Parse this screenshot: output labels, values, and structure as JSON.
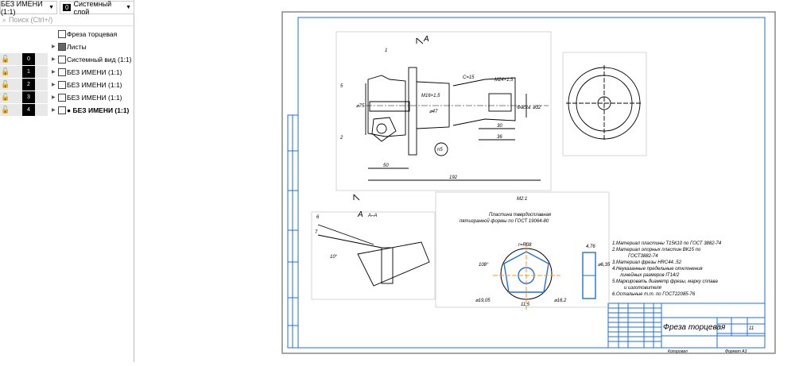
{
  "panel": {
    "view_select": "БЕЗ ИМЕНИ (1:1)",
    "layer_num": "0",
    "layer_select": "Системный слой",
    "search_placeholder": "Поиск (Ctrl+/)",
    "tree": [
      {
        "label": "Фреза торцевая"
      },
      {
        "label": "Листы"
      },
      {
        "num": "0",
        "label": "Системный вид (1:1)"
      },
      {
        "num": "1",
        "label": "БЕЗ ИМЕНИ (1:1)"
      },
      {
        "num": "2",
        "label": "БЕЗ ИМЕНИ (1:1)"
      },
      {
        "num": "3",
        "label": "БЕЗ ИМЕНИ (1:1)"
      },
      {
        "num": "4",
        "label": "● БЕЗ ИМЕНИ (1:1)"
      }
    ]
  },
  "drawing": {
    "section_mark": "A",
    "section_title": "A–A",
    "leaders": [
      "1",
      "5",
      "2",
      "6",
      "7"
    ],
    "dims": {
      "d75": "⌀75",
      "l50": "50",
      "l192": "192",
      "l30": "30",
      "l36": "36",
      "d32": "⌀32",
      "c15": "C=15",
      "m16": "M16×1,5",
      "d47": "⌀47",
      "ra": "n5",
      "angle": "10°",
      "fask": "Фаска",
      "m24": "M24×1,5"
    },
    "scale_note": "M2:1",
    "insert_title": [
      "Пластина твердосплавная",
      "пятигранной формы по ГОСТ 19064-80"
    ],
    "insert_dims": {
      "r": "r=R08",
      "ang": "108°",
      "d1906": "⌀19,05",
      "d162": "⌀16,2",
      "w": "11,5",
      "t": "4,76",
      "h": "⌀6,35"
    },
    "notes": [
      "1.Материал пластины Т15К10 по ГОСТ 3882-74",
      "2.Материал опорных пластин ВК15 по",
      "ГОСТ3882-74",
      "3.Материал фрезы HRC44..52",
      "4.Неуказанные предельные отклонения",
      "линейных размеров IT14/2",
      "5.Маркировать диаметр фрезы, марку сплава",
      "и изготовителя",
      "6.Остальные т.т. по ГОСТ22085-76"
    ],
    "title_block": {
      "name": "Фреза торцевая",
      "sheets": "11",
      "copied": "Копировал",
      "format": "Формат  A3"
    }
  }
}
